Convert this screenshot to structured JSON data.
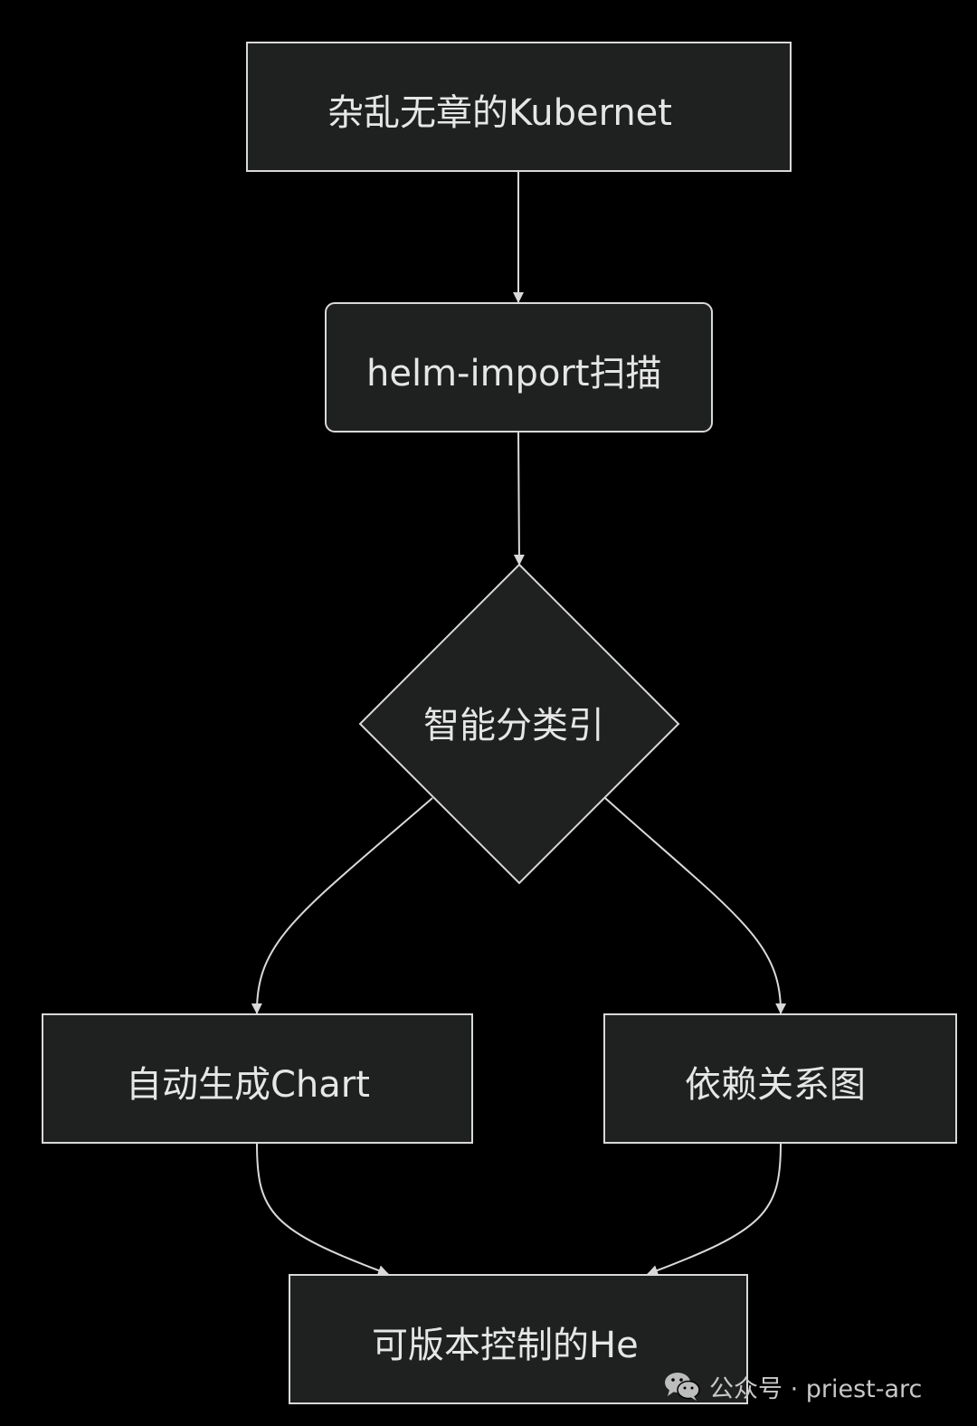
{
  "diagram": {
    "type": "flowchart",
    "nodes": {
      "start": {
        "label": "杂乱无章的Kubernet",
        "shape": "rectangle"
      },
      "scan": {
        "label": "helm-import扫描",
        "shape": "rounded-rectangle"
      },
      "classify": {
        "label": "智能分类引",
        "shape": "diamond"
      },
      "generate": {
        "label": "自动生成Chart",
        "shape": "rectangle"
      },
      "deps": {
        "label": "依赖关系图",
        "shape": "rectangle"
      },
      "result": {
        "label": "可版本控制的He",
        "shape": "rectangle"
      }
    },
    "edges": [
      {
        "from": "start",
        "to": "scan"
      },
      {
        "from": "scan",
        "to": "classify"
      },
      {
        "from": "classify",
        "to": "generate"
      },
      {
        "from": "classify",
        "to": "deps"
      },
      {
        "from": "generate",
        "to": "result"
      },
      {
        "from": "deps",
        "to": "result"
      }
    ]
  },
  "watermark": {
    "icon": "wechat-icon",
    "text": "公众号 · priest-arc"
  },
  "colors": {
    "background": "#000000",
    "node_fill": "#1f2020",
    "stroke": "#d9d9d9",
    "text": "#e6e6e6"
  }
}
